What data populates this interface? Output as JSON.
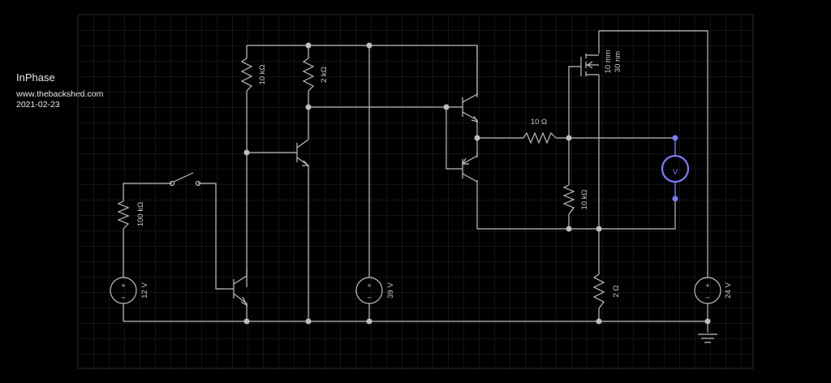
{
  "info": {
    "title": "InPhase",
    "website": "www.thebackshed.com",
    "date": "2021-02-23"
  },
  "colors": {
    "background": "#000000",
    "grid": "#262626",
    "wire": "#bfbfbf",
    "meter": "#7b7bff"
  },
  "components": {
    "r_10k_top": "10 kΩ",
    "r_2k": "2 kΩ",
    "r_100k": "100 kΩ",
    "r_10": "10 Ω",
    "r_10k_right": "10 kΩ",
    "r_2": "2 Ω",
    "src_12v": "12 V",
    "src_39v": "39 V",
    "src_24v": "24 V",
    "mosfet_w": "10 mm",
    "mosfet_l": "30 nm",
    "voltmeter": "V",
    "plus": "+",
    "minus": "−"
  }
}
